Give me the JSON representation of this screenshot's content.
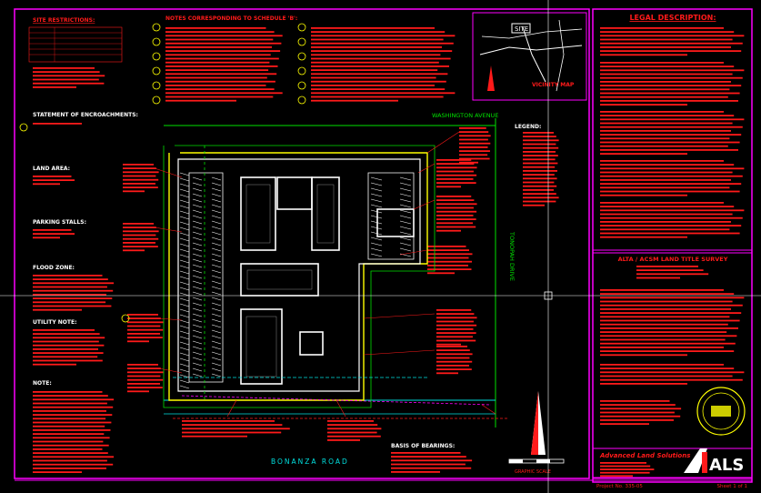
{
  "sheet": {
    "notes_title": "SITE RESTRICTIONS:",
    "notes_title_2": "NOTES CORRESPONDING TO SCHEDULE 'B':",
    "encroachment_title": "STATEMENT OF ENCROACHMENTS:",
    "land_area_title": "LAND AREA:",
    "parking_title": "PARKING STALLS:",
    "flood_title": "FLOOD ZONE:",
    "utility_title": "UTILITY NOTE:",
    "note_title": "NOTE:",
    "basis_title": "BASIS OF BEARINGS:",
    "street_north": "WASHINGTON AVENUE",
    "street_south": "BONANZA ROAD",
    "street_east": "TONOPAH DRIVE",
    "legend_title": "LEGEND:",
    "vicinity_label": "VICINITY MAP",
    "site_label": "SITE",
    "legal_title": "LEGAL DESCRIPTION:",
    "survey_title": "ALTA / ACSM LAND TITLE SURVEY",
    "company_name": "Advanced Land Solutions",
    "company_logo": "ALS",
    "scale_label": "GRAPHIC SCALE",
    "project_no": "Project No. 335-05",
    "sheet_no": "Sheet 1 of 1"
  },
  "colors": {
    "text_red": "#ff1a1a",
    "frame_magenta": "#ff00ff",
    "building_white": "#f4f4f4",
    "lines_green": "#00e000",
    "lines_yellow": "#f2f200",
    "lines_cyan": "#00e0e0",
    "crosshair": "#ffffff"
  }
}
